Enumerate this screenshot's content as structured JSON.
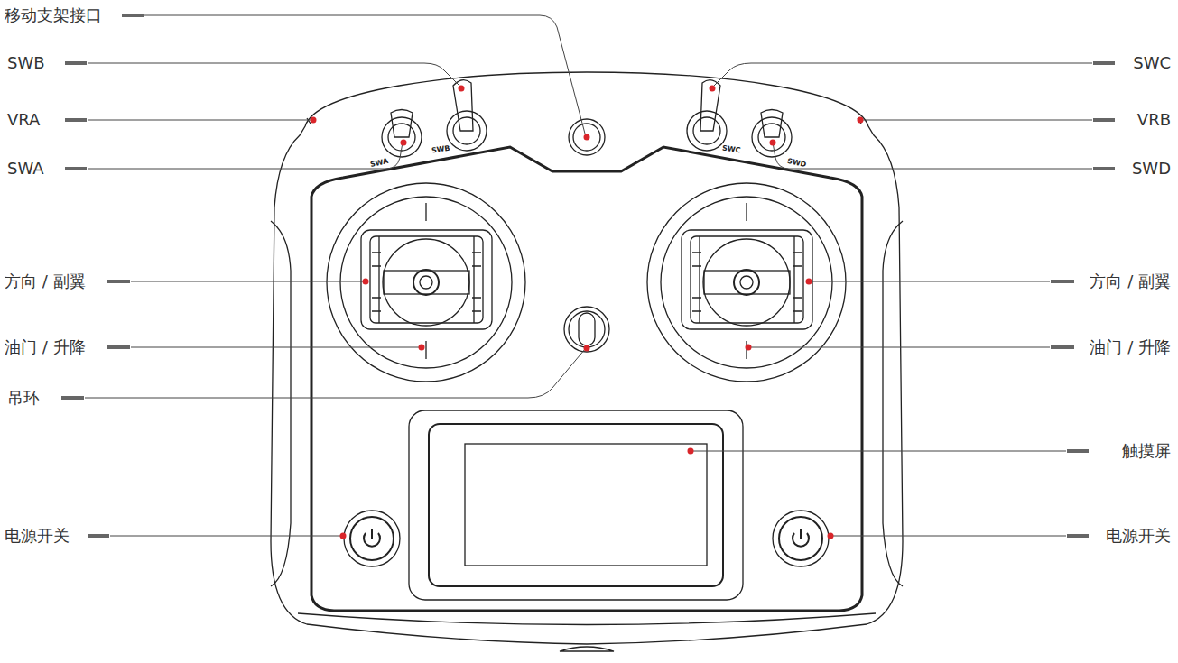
{
  "diagram": {
    "labels": [
      "移动支架接口",
      "SWB",
      "SWC",
      "VRA",
      "VRB",
      "SWA",
      "SWD",
      "SWA",
      "SWB",
      "SWC",
      "SWD",
      "方向 / 副翼",
      "方向 / 副翼",
      "油门 / 升降",
      "油门 / 升降",
      "吊环",
      "触摸屏",
      "电源开关",
      "电源开关"
    ]
  }
}
